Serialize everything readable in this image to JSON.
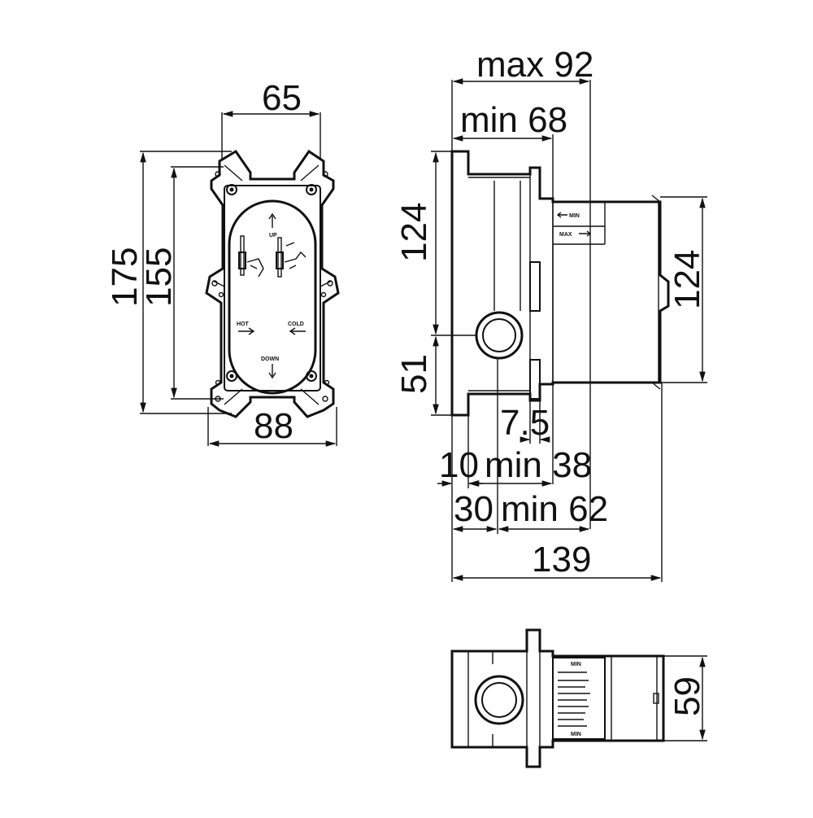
{
  "front_view": {
    "dim_top": "65",
    "dim_bottom": "88",
    "dim_left_outer": "175",
    "dim_left_inner": "155",
    "label_up": "UP",
    "label_down": "DOWN",
    "label_hot": "HOT",
    "label_cold": "COLD"
  },
  "side_view": {
    "dim_max_depth": "max 92",
    "dim_min_depth": "min 68",
    "dim_upper_height": "124",
    "dim_lower_height": "51",
    "dim_right_height": "124",
    "dim_flange": "7.5",
    "dim_offset": "10",
    "dim_min_38": "min 38",
    "dim_30": "30",
    "dim_min_62": "min 62",
    "dim_total": "139",
    "label_min": "MIN",
    "label_max": "MAX"
  },
  "bottom_view": {
    "dim_height": "59",
    "label_min_top": "MIN",
    "label_min_bottom": "MIN"
  }
}
